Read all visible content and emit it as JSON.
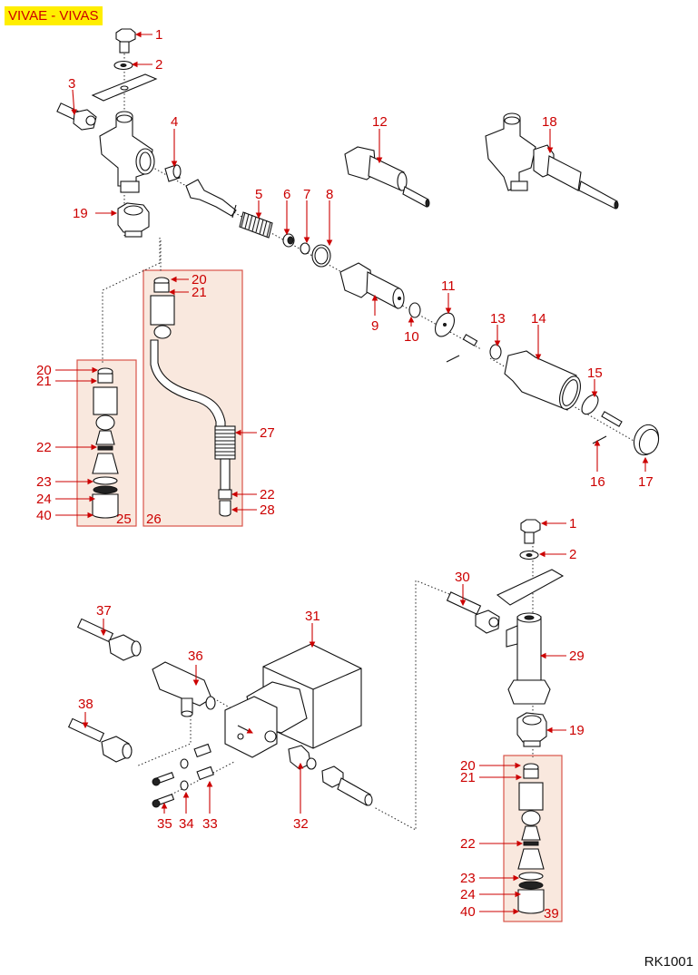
{
  "document": {
    "title": "VIVAE - VIVAS",
    "code": "RK1001"
  },
  "colors": {
    "title_bg": "#ffee00",
    "callout": "#cc0000",
    "group_fill": "#f9e8de",
    "group_border": "#d9544a"
  },
  "groups": [
    {
      "id": "25",
      "label": "25"
    },
    {
      "id": "26",
      "label": "26"
    },
    {
      "id": "39",
      "label": "39"
    }
  ],
  "callouts": {
    "c1_top": "1",
    "c2_top": "2",
    "c3": "3",
    "c4": "4",
    "c5": "5",
    "c6": "6",
    "c7": "7",
    "c8": "8",
    "c9": "9",
    "c10": "10",
    "c11": "11",
    "c12": "12",
    "c13": "13",
    "c14": "14",
    "c15": "15",
    "c16": "16",
    "c17": "17",
    "c18": "18",
    "c19_top": "19",
    "c20_g25": "20",
    "c21_g25": "21",
    "c22_g25": "22",
    "c23_g25": "23",
    "c24_g25": "24",
    "c40_g25": "40",
    "c20_g26": "20",
    "c21_g26": "21",
    "c27": "27",
    "c22_g26": "22",
    "c28": "28",
    "c1_bot": "1",
    "c2_bot": "2",
    "c30": "30",
    "c29": "29",
    "c19_bot": "19",
    "c20_g39": "20",
    "c21_g39": "21",
    "c22_g39": "22",
    "c23_g39": "23",
    "c24_g39": "24",
    "c40_g39": "40",
    "c31": "31",
    "c32": "32",
    "c33": "33",
    "c34": "34",
    "c35": "35",
    "c36": "36",
    "c37": "37",
    "c38": "38"
  }
}
